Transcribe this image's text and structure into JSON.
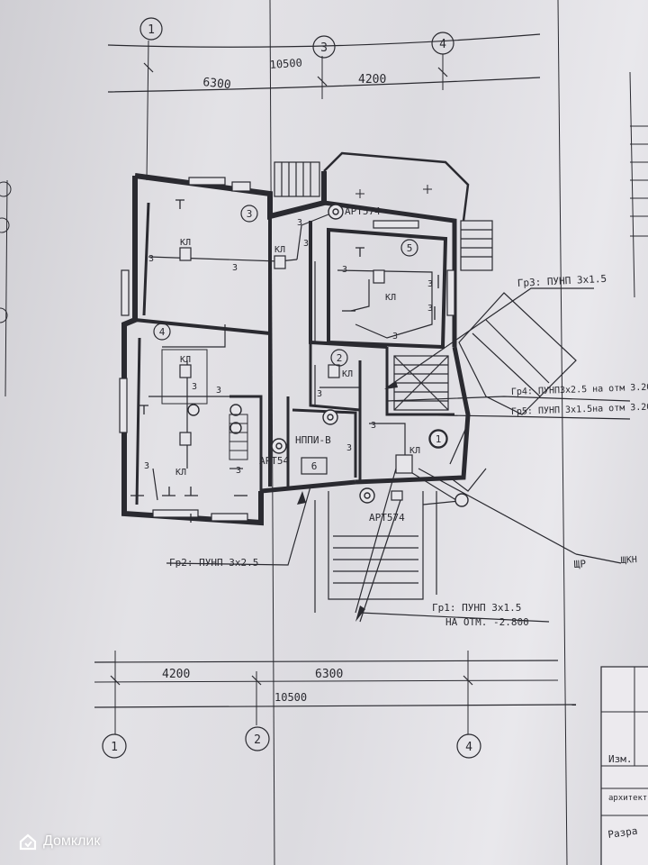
{
  "drawing": {
    "axes_top": [
      "1",
      "3",
      "4"
    ],
    "axes_bottom": [
      "1",
      "2",
      "4"
    ],
    "dims_top": {
      "left": "6300",
      "right": "4200",
      "total": "10500"
    },
    "dims_bottom": {
      "left": "4200",
      "right": "6300",
      "total": "10500"
    },
    "room_numbers": [
      "3",
      "4",
      "5",
      "2",
      "6",
      "1"
    ],
    "device_labels": {
      "apt_top": "АРТ574",
      "apt_mid": "АРТ54",
      "apt_bottom": "АРТ574",
      "ppi": "НППИ-В",
      "kl": "КЛ"
    },
    "circuits": {
      "gr1": "Гр1: ПУНП 3х1.5",
      "gr1_level": "НА ОТМ. -2.800",
      "gr2": "Гр2: ПУНП 3х2.5",
      "gr3": "Гр3: ПУНП 3х1.5",
      "gr4": "Гр4: ПУНП3х2.5 на отм 3.20",
      "gr5": "Гр5: ПУНП 3х1.5на отм 3.20",
      "shield": "ЩР",
      "shield_sub": "ЩКН"
    },
    "wire_count": "3",
    "stamp": {
      "izm": "Изм.",
      "arch": "архитект",
      "razr": "Разра"
    }
  },
  "watermark": {
    "brand": "Домклик"
  }
}
